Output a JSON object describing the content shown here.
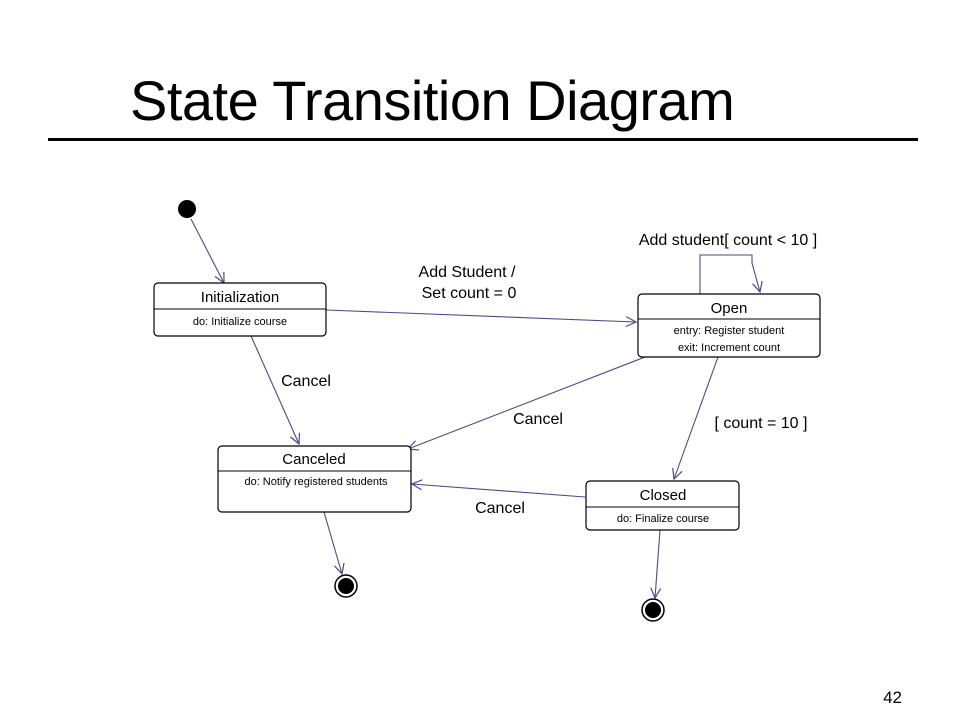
{
  "slide": {
    "title": "State Transition Diagram",
    "page_number": "42"
  },
  "states": {
    "initialization": {
      "name": "Initialization",
      "activity": "do: Initialize course"
    },
    "open": {
      "name": "Open",
      "entry": "entry: Register student",
      "exit": "exit: Increment  count"
    },
    "canceled": {
      "name": "Canceled",
      "activity": "do: Notify registered students"
    },
    "closed": {
      "name": "Closed",
      "activity": "do: Finalize course"
    }
  },
  "transitions": {
    "add_student_line1": "Add Student /",
    "add_student_line2": "Set count = 0",
    "self_loop": "Add student[ count < 10 ]",
    "cancel_init": "Cancel",
    "cancel_open": "Cancel",
    "count_full": "[ count = 10 ]",
    "cancel_closed": "Cancel"
  },
  "colors": {
    "line": "#4a4a8a",
    "border": "#000000"
  }
}
